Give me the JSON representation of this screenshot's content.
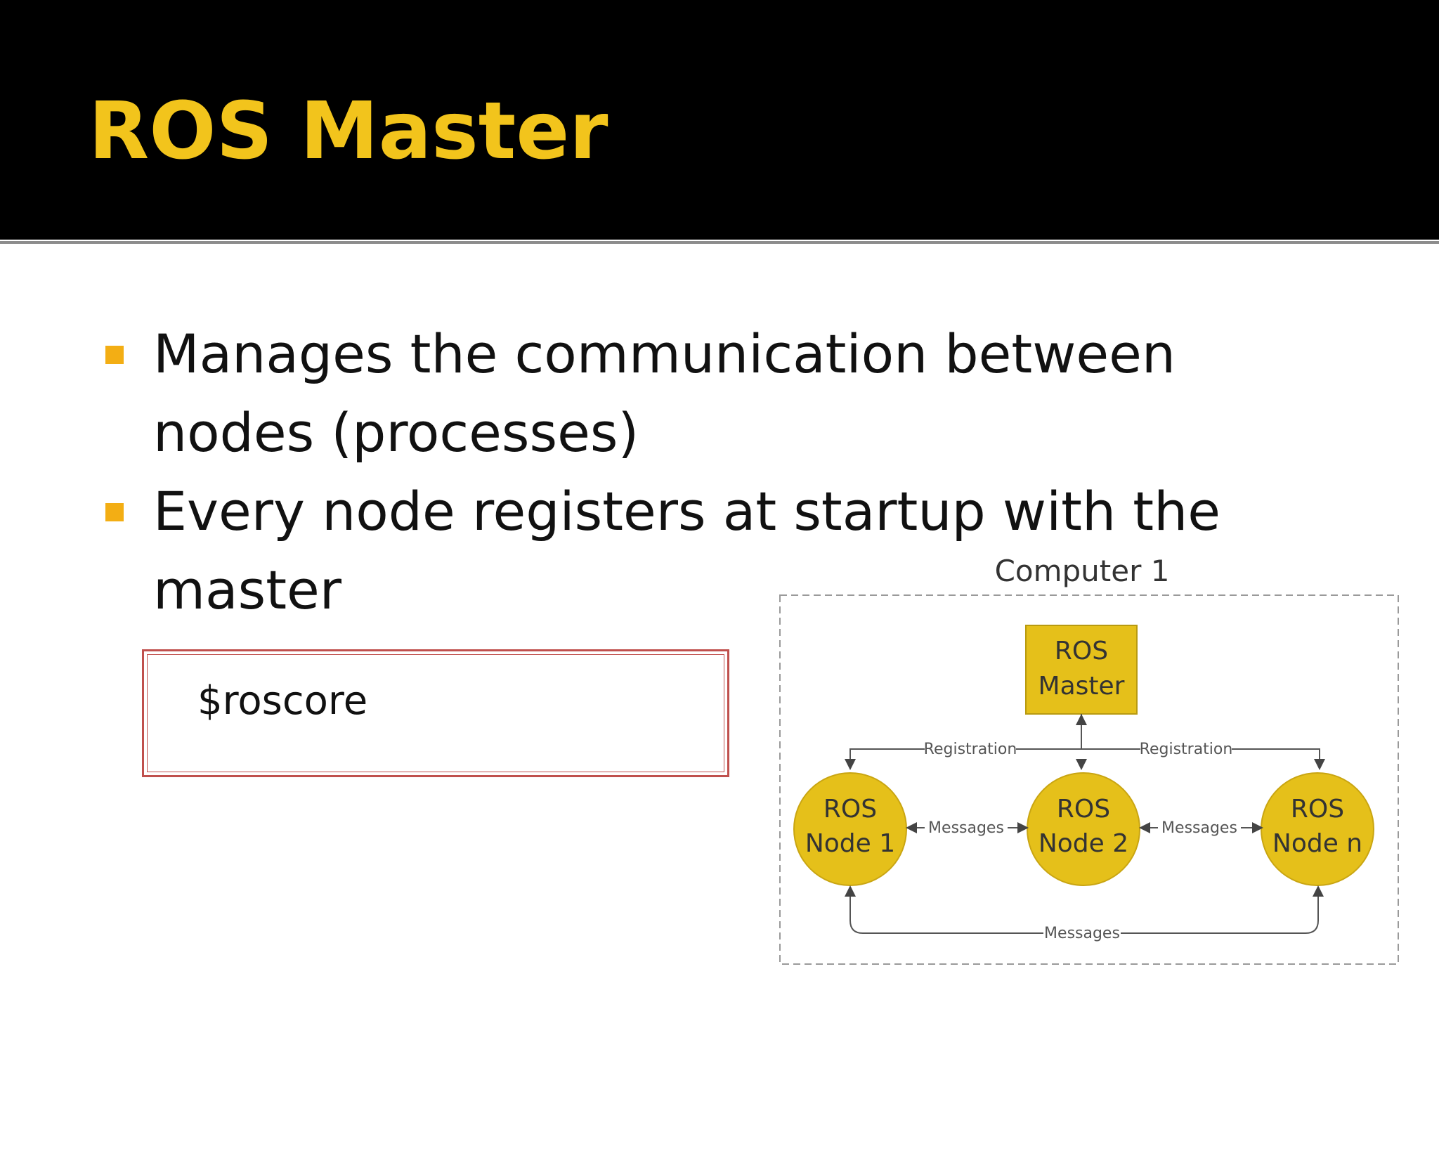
{
  "slide": {
    "title": "ROS Master",
    "bullets": [
      {
        "text": " Manages the communication between nodes (processes)"
      },
      {
        "text": "Every node registers at startup with the master"
      }
    ],
    "code": "$roscore"
  },
  "diagram": {
    "container_label": "Computer 1",
    "master": {
      "line1": "ROS",
      "line2": "Master"
    },
    "nodes": [
      {
        "line1": "ROS",
        "line2": "Node 1"
      },
      {
        "line1": "ROS",
        "line2": "Node 2"
      },
      {
        "line1": "ROS",
        "line2": "Node n"
      }
    ],
    "labels": {
      "registration_left": "Registration",
      "registration_right": "Registration",
      "messages_left": "Messages",
      "messages_right": "Messages",
      "messages_bottom": "Messages"
    }
  },
  "colors": {
    "title": "#f2c41c",
    "bullet": "#f3ae14",
    "header_bg": "#000000",
    "code_border": "#c0504d",
    "node_fill": "#e5c01a"
  }
}
